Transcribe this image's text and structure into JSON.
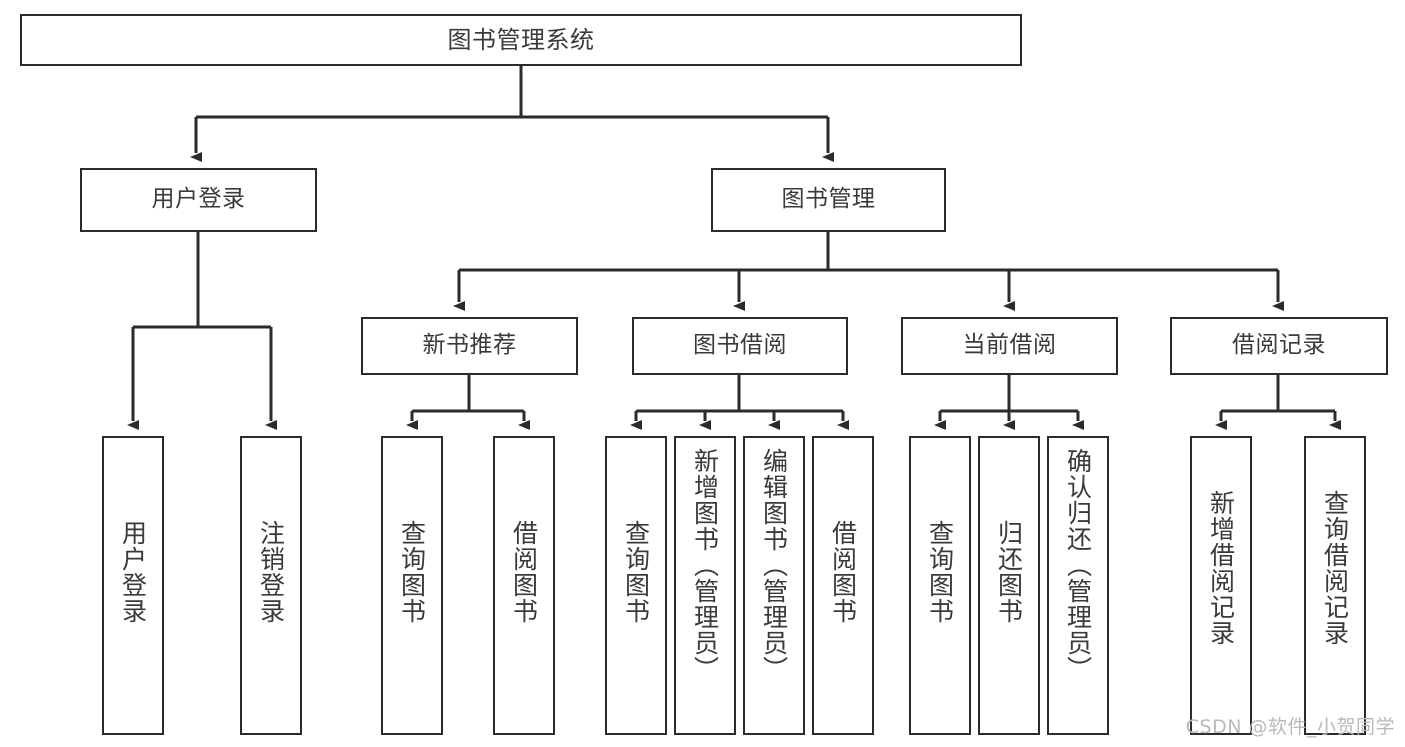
{
  "diagram": {
    "title": "图书管理系统",
    "type": "tree-hierarchy-chart",
    "line_color": "#2b2b2b",
    "text_color": "#3a3a3a",
    "background": "#ffffff"
  },
  "root": {
    "label": "图书管理系统"
  },
  "level2": {
    "user_login": "用户登录",
    "book_manage": "图书管理"
  },
  "level3": {
    "new_book": "新书推荐",
    "book_borrow": "图书借阅",
    "current_borrow": "当前借阅",
    "borrow_record": "借阅记录"
  },
  "leaves": {
    "user_login": [
      "用户登录",
      "注销登录"
    ],
    "new_book": [
      "查询图书",
      "借阅图书"
    ],
    "book_borrow": [
      "查询图书",
      "新增图书（管理员）",
      "编辑图书（管理员）",
      "借阅图书"
    ],
    "current_borrow": [
      "查询图书",
      "归还图书",
      "确认归还（管理员）"
    ],
    "borrow_record": [
      "新增借阅记录",
      "查询借阅记录"
    ]
  },
  "watermark": {
    "text": "CSDN @软件_小贺同学"
  }
}
